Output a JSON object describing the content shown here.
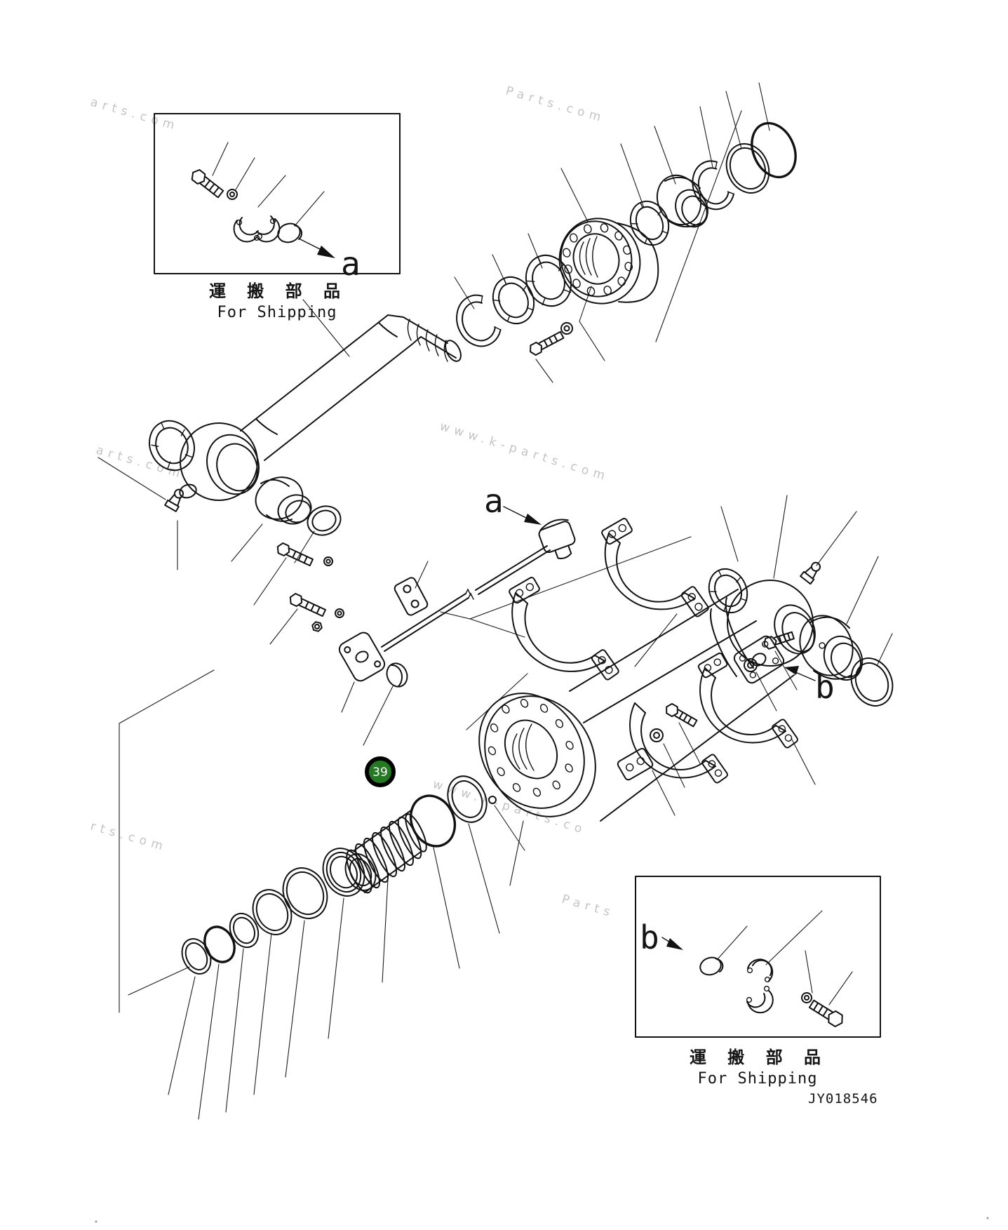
{
  "drawing_number": "JY018546",
  "callout": {
    "number": "39",
    "fill": "#237a23",
    "ring": "#000000",
    "text_color": "#ffffff"
  },
  "labels": {
    "inset_a": "a",
    "main_a": "a",
    "main_b": "b",
    "inset_b": "b"
  },
  "insets": {
    "top_left": {
      "caption_jp": "運 搬 部 品",
      "caption_en": "For Shipping"
    },
    "bottom_right": {
      "caption_jp": "運 搬 部 品",
      "caption_en": "For Shipping"
    }
  },
  "watermarks": [
    {
      "text": "arts.com"
    },
    {
      "text": "Parts.com"
    },
    {
      "text": "www.k-parts.com"
    },
    {
      "text": "arts.com"
    },
    {
      "text": "www.k-parts.co"
    },
    {
      "text": "rts.com"
    },
    {
      "text": "Parts"
    }
  ],
  "colors": {
    "line": "#121212",
    "watermark": "#b5b5b5",
    "background": "#ffffff"
  }
}
